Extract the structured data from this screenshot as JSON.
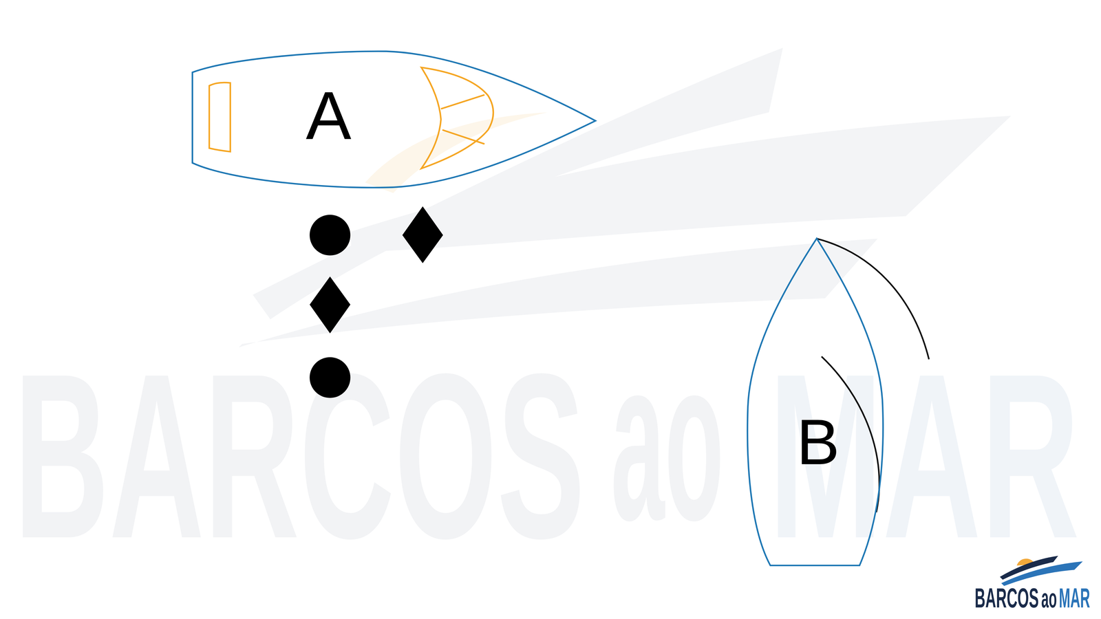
{
  "diagram": {
    "nodes": [
      {
        "text": [
          "A"
        ]
      },
      {
        "text": [
          "B"
        ]
      }
    ],
    "labels": [
      "BARCOS",
      "ao",
      "MAR",
      "BARCOS",
      "ao",
      "MAR"
    ]
  }
}
